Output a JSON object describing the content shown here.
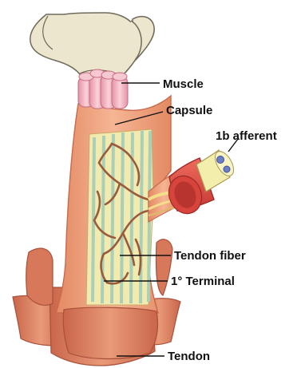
{
  "labels": {
    "muscle": "Muscle",
    "capsule": "Capsule",
    "afferent": "1b afferent",
    "tendon_fiber": "Tendon fiber",
    "terminal": "1° Terminal",
    "tendon": "Tendon"
  },
  "colors": {
    "capsule_fill": "#f2a57f",
    "capsule_edge": "#d9764f",
    "inner_fill": "#f0e8a8",
    "fibers": "#b8d7c2",
    "terminal": "#9a5a3c",
    "muscle": "#f0b4c0",
    "nerve_sheath": "#d9483f",
    "nerve_core": "#f6f0b0",
    "axon": "#6d7fc4",
    "hand": "#ebe4cc"
  }
}
